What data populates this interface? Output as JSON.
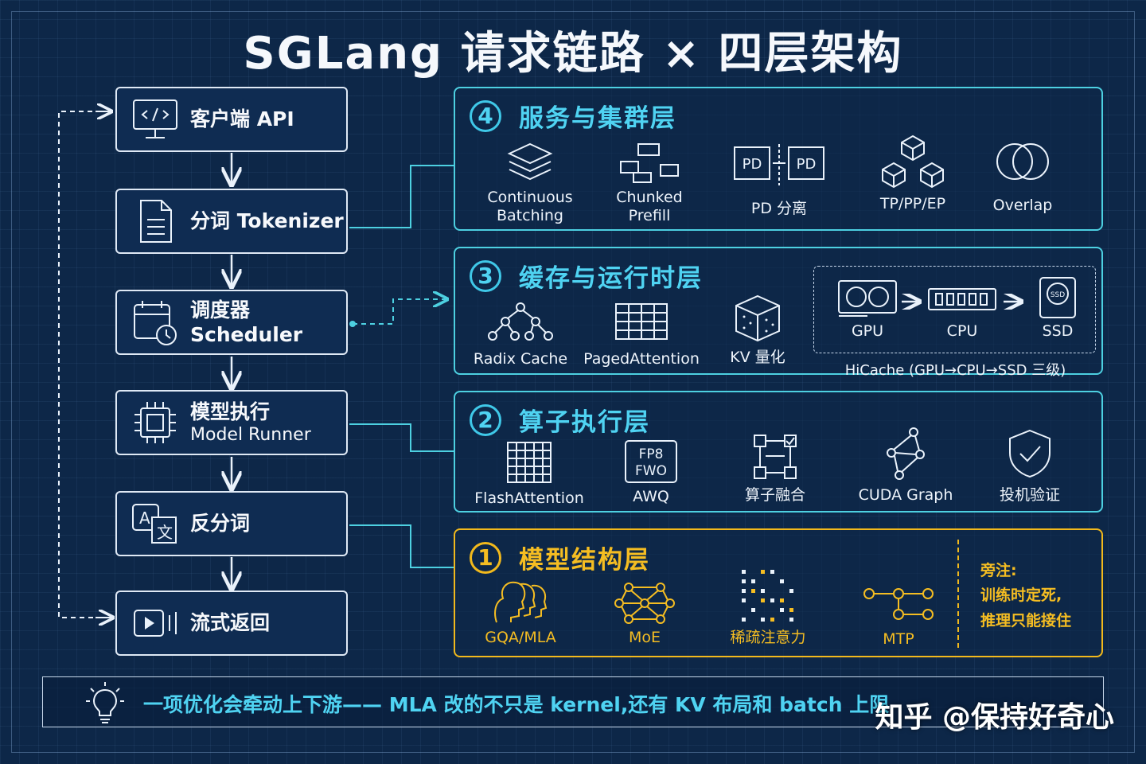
{
  "title": "SGLang 请求链路 × 四层架构",
  "steps": [
    {
      "label": "客户端 API",
      "icon": "code-monitor-icon"
    },
    {
      "label": "分词 Tokenizer",
      "icon": "document-icon"
    },
    {
      "label": "调度器 Scheduler",
      "icon": "calendar-clock-icon"
    },
    {
      "label": "模型执行",
      "sub": "Model Runner",
      "icon": "chip-icon"
    },
    {
      "label": "反分词",
      "icon": "translate-icon"
    },
    {
      "label": "流式返回",
      "icon": "stream-play-icon"
    }
  ],
  "layers": {
    "l4": {
      "num": "4",
      "name": "服务与集群层",
      "items": [
        {
          "label": "Continuous",
          "label2": "Batching",
          "icon": "stack-layers-icon"
        },
        {
          "label": "Chunked",
          "label2": "Prefill",
          "icon": "chunk-blocks-icon"
        },
        {
          "label": "PD 分离",
          "icon": "pd-split-icon",
          "box1": "PD",
          "box2": "PD"
        },
        {
          "label": "TP/PP/EP",
          "icon": "cubes-network-icon"
        },
        {
          "label": "Overlap",
          "icon": "overlap-circles-icon"
        }
      ]
    },
    "l3": {
      "num": "3",
      "name": "缓存与运行时层",
      "items": [
        {
          "label": "Radix Cache",
          "icon": "radix-tree-icon"
        },
        {
          "label": "PagedAttention",
          "icon": "paged-table-icon"
        },
        {
          "label": "KV 量化",
          "icon": "quant-cube-icon"
        }
      ],
      "hicache": {
        "gpu": "GPU",
        "cpu": "CPU",
        "ssd": "SSD",
        "ssd_tag": "SSD",
        "caption": "HiCache (GPU→CPU→SSD 三级)"
      }
    },
    "l2": {
      "num": "2",
      "name": "算子执行层",
      "items": [
        {
          "label": "FlashAttention",
          "icon": "grid-icon"
        },
        {
          "label": "AWQ",
          "icon": "fp8-chip-icon",
          "chip1": "FP8",
          "chip2": "FWO"
        },
        {
          "label": "算子融合",
          "icon": "fusion-icon"
        },
        {
          "label": "CUDA Graph",
          "icon": "graph-nodes-icon"
        },
        {
          "label": "投机验证",
          "icon": "shield-check-icon"
        }
      ]
    },
    "l1": {
      "num": "1",
      "name": "模型结构层",
      "items": [
        {
          "label": "GQA/MLA",
          "icon": "heads-icon"
        },
        {
          "label": "MoE",
          "icon": "moe-network-icon"
        },
        {
          "label": "稀疏注意力",
          "icon": "sparse-dots-icon"
        },
        {
          "label": "MTP",
          "icon": "mtp-chain-icon"
        }
      ],
      "note_title": "旁注:",
      "note_line1": "训练时定死,",
      "note_line2": "推理只能接住"
    }
  },
  "bottom_text": "一项优化会牵动上下游—— MLA 改的不只是 kernel,还有 KV 布局和 batch 上限",
  "watermark": "知乎 @保持好奇心",
  "colors": {
    "accent": "#4dd0e1",
    "gold": "#f2b91c",
    "background": "#0d2748"
  }
}
